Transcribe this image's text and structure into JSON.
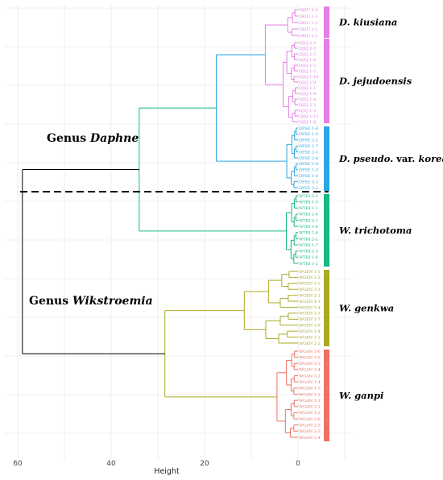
{
  "axis": {
    "title": "Height",
    "ticks": [
      60,
      40,
      20,
      0
    ]
  },
  "genus_labels": [
    {
      "prefix": "Genus ",
      "name": "Daphne"
    },
    {
      "prefix": "Genus ",
      "name": "Wikstroemia"
    }
  ],
  "clades": [
    {
      "key": "kiusiana",
      "label": "D. kiusiana",
      "parts": [
        {
          "t": "D. kiusiana",
          "i": true
        }
      ],
      "color": "#e67ee6",
      "leaves": [
        "DKIU 2-4",
        "DKIU 1-3",
        "DKIU 1-2",
        "DKIU 1-1",
        "DKIU 2-2"
      ]
    },
    {
      "key": "jejudoensis",
      "label": "D. jejudoensis",
      "parts": [
        {
          "t": "D. jejudoensis",
          "i": true
        }
      ],
      "color": "#e67ee6",
      "leaves": [
        "DJEJ 2-2",
        "DJEJ 2-1",
        "DJEJ 1-7",
        "DJEJ 1-6",
        "DJEJ 1-5",
        "DJEJ 1-2",
        "DJEJ 1-10",
        "DJEJ 1-9",
        "DJEJ 1-1",
        "DJEJ 1-8",
        "DJEJ 1-4",
        "DJEJ 2-3",
        "DJEJ 1-3",
        "DJEJ 1-11",
        "DJEJ 1-8"
      ]
    },
    {
      "key": "pseudo",
      "label": "D. pseudo. var. koreana",
      "parts": [
        {
          "t": "D. pseudo.",
          "i": true
        },
        {
          "t": " var. ",
          "i": false
        },
        {
          "t": "koreana",
          "i": true
        }
      ],
      "color": "#2aa6e6",
      "leaves": [
        "DPSE 1-6",
        "DPSE 1-5",
        "DPSE 2-2",
        "DPSE 1-7",
        "DPSE 2-1",
        "DPSE 2-4",
        "DPSE 1-4",
        "DPSE 1-3",
        "DPSE 1-8",
        "DPSE 3-3",
        "DPSE 3-2"
      ]
    },
    {
      "key": "trichotoma",
      "label": "W. trichotoma",
      "parts": [
        {
          "t": "W. trichotoma",
          "i": true
        }
      ],
      "color": "#16b886",
      "leaves": [
        "WTRI 3-3",
        "WTRI 1-3",
        "WTRI 1-1",
        "WTRI 2-4",
        "WTRI 2-1",
        "WTRI 1-6",
        "WTRI 2-6",
        "WTRI 2-2",
        "WTRI 1-7",
        "WTRI 2-3",
        "WTRI 1-4",
        "WTRI 1-2"
      ]
    },
    {
      "key": "genkwa",
      "label": "W. genkwa",
      "parts": [
        {
          "t": "W. genkwa",
          "i": true
        }
      ],
      "color": "#aaaa22",
      "leaves": [
        "WGEN 1-5",
        "WGEN 1-2",
        "WGEN 2-3",
        "WGEN 3-1",
        "WGEN 2-1",
        "WGEN 4-1",
        "WGEN 3-4",
        "WGEN 3-1",
        "WGEN 1-7",
        "WGEN 1-9",
        "WGEN 1-4",
        "WGEN 1-2",
        "WGEN 2-2"
      ]
    },
    {
      "key": "ganpi",
      "label": "W. ganpi",
      "parts": [
        {
          "t": "W. ganpi",
          "i": true
        }
      ],
      "color": "#ee7163",
      "leaves": [
        "WGAN 3-6",
        "WGAN 3-5",
        "WGAN 3-3",
        "WGAN 3-4",
        "WGAN 3-1",
        "WGAN 1-4",
        "WGAN 1-3",
        "WGAN 3-2",
        "WGAN 3-1",
        "WGAN 2-1",
        "WGAN 1-2",
        "WGAN 2-6",
        "WGAN 2-5",
        "WGAN 2-3",
        "WGAN 2-4"
      ]
    }
  ],
  "tree": {
    "root": 59,
    "daphne_node": 34,
    "wik_node": 28.5,
    "daphne_vs_wtri": 34,
    "dk_dj": 17.5,
    "dk_dj_inner": 7,
    "wtri_clade": 2.5,
    "genkwa_clade": 11.5,
    "ganpi_clade": 4.5
  },
  "colors": {
    "root": "#000000"
  }
}
